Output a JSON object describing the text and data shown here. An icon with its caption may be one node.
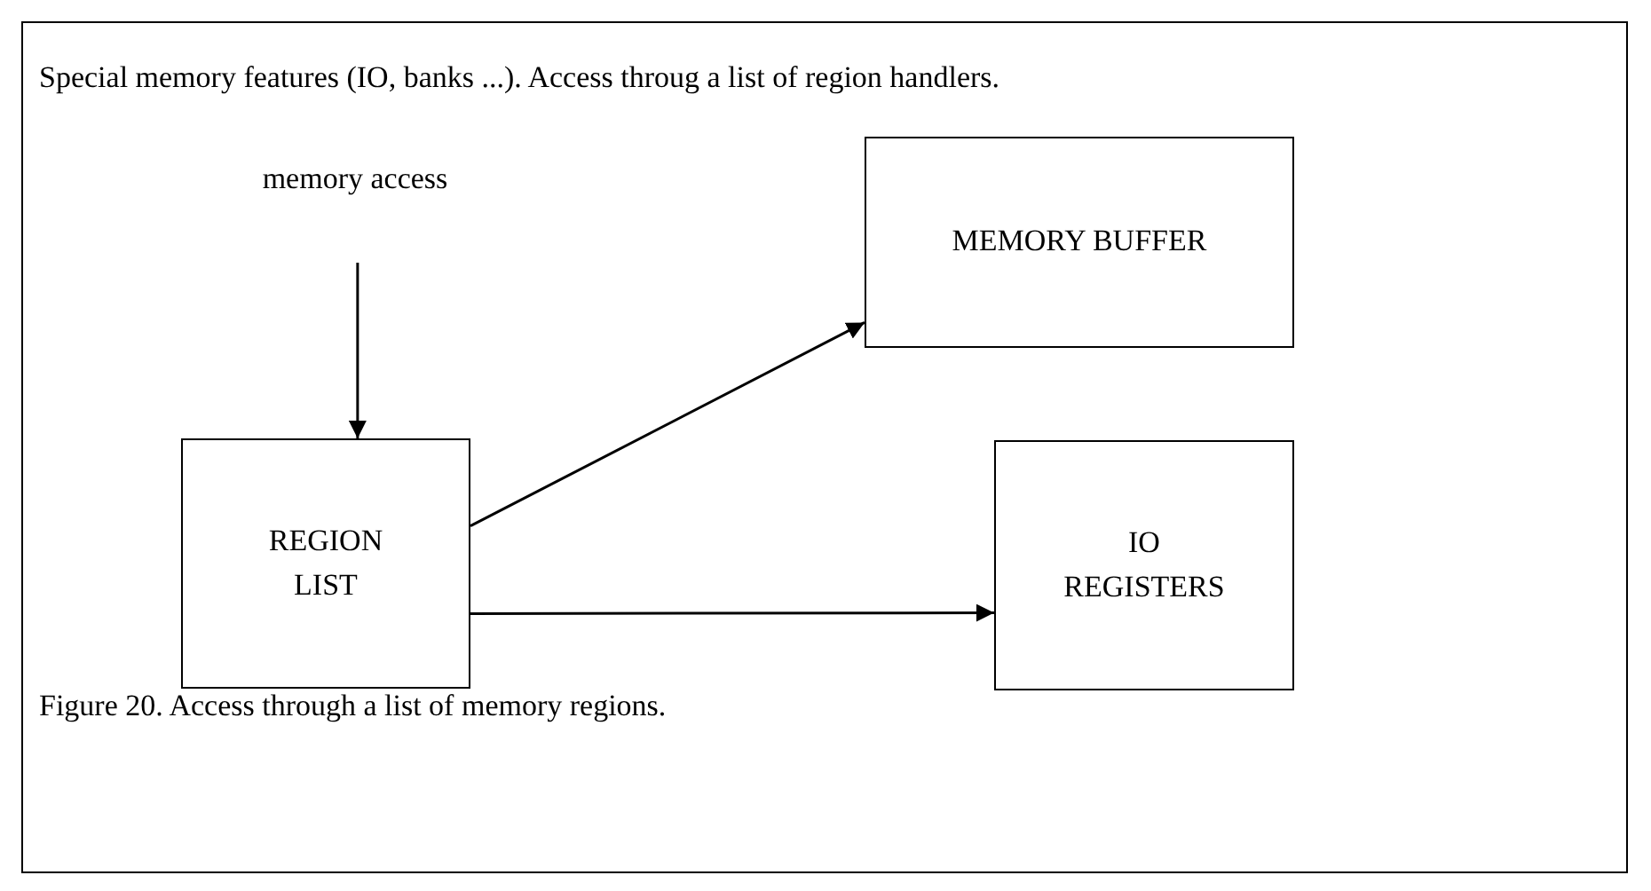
{
  "diagram": {
    "title": "Special memory features (IO, banks ...).  Access throug a list of region handlers.",
    "caption": "Figure 20.  Access through a list of memory regions.",
    "nodes": [
      {
        "text": [
          "memory access"
        ]
      },
      {
        "text": [
          "REGION LIST"
        ]
      },
      {
        "text": [
          "MEMORY BUFFER"
        ]
      },
      {
        "text": [
          "IO REGISTERS"
        ]
      }
    ],
    "edges": [
      {
        "from": 0,
        "to": 1,
        "arrow": "to"
      },
      {
        "from": 1,
        "to": 2,
        "arrow": "to"
      },
      {
        "from": 1,
        "to": 3,
        "arrow": "to"
      }
    ]
  }
}
